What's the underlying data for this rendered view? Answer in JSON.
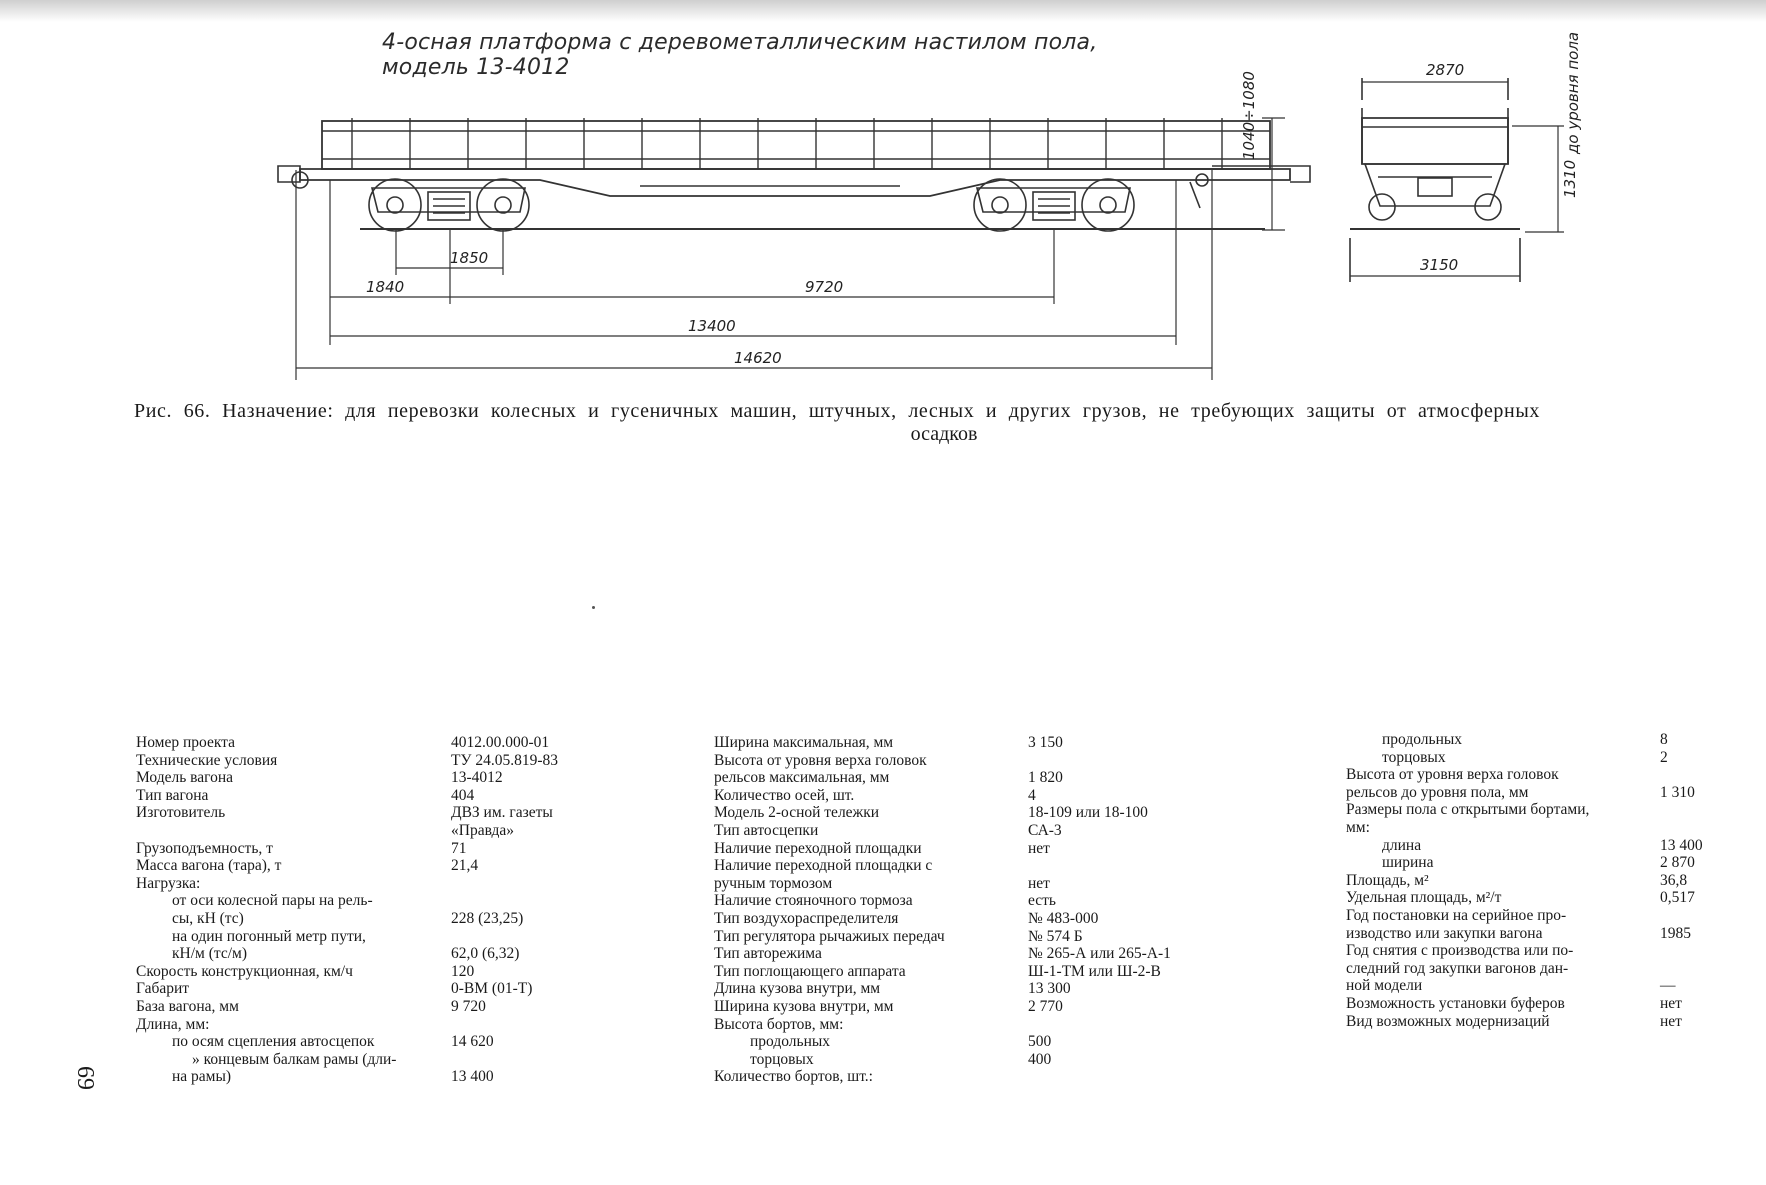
{
  "drawing": {
    "title": "4-осная платформа с деревометаллическим настилом пола, модель 13-4012",
    "side_label": "до уровня пола",
    "dimensions": {
      "height_range": "1040÷1080",
      "bogie_base": "1850",
      "overhang": "1840",
      "base": "9720",
      "frame_length": "13400",
      "total_length": "14620",
      "body_width": "2870",
      "max_width": "3150",
      "floor_height": "1310"
    }
  },
  "caption": {
    "line1": "Рис. 66. Назначение: для перевозки колесных и гусеничных машин, штучных, лесных и других грузов, не требующих защиты от атмосферных",
    "line2": "осадков"
  },
  "specs": {
    "col1": [
      {
        "label": "Номер проекта",
        "value": "4012.00.000-01"
      },
      {
        "label": "Технические условия",
        "value": "ТУ 24.05.819-83"
      },
      {
        "label": "Модель вагона",
        "value": "13-4012"
      },
      {
        "label": "Тип вагона",
        "value": "404"
      },
      {
        "label": "Изготовитель",
        "value": "ДВЗ им. газеты"
      },
      {
        "label": "",
        "value": "«Правда»"
      },
      {
        "label": "Грузоподъемность, т",
        "value": "71"
      },
      {
        "label": "Масса вагона (тара), т",
        "value": "21,4"
      },
      {
        "label": "Нагрузка:",
        "value": ""
      },
      {
        "label": "от оси колесной пары на рель-",
        "value": ""
      },
      {
        "label": "сы, кН (тс)",
        "value": "228 (23,25)"
      },
      {
        "label": "на один погонный метр пути,",
        "value": ""
      },
      {
        "label": "кН/м (тс/м)",
        "value": "62,0 (6,32)"
      },
      {
        "label": "Скорость конструкционная, км/ч",
        "value": "120"
      },
      {
        "label": "Габарит",
        "value": "0-ВМ (01-Т)"
      },
      {
        "label": "База вагона, мм",
        "value": "9 720"
      },
      {
        "label": "Длина, мм:",
        "value": ""
      },
      {
        "label": "по осям сцепления автосцепок",
        "value": "14 620"
      },
      {
        "label": "» концевым балкам рамы (дли-",
        "value": ""
      },
      {
        "label": "на рамы)",
        "value": "13 400"
      }
    ],
    "col2": [
      {
        "label": "Ширина максимальная, мм",
        "value": "3 150"
      },
      {
        "label": "Высота от уровня верха головок",
        "value": ""
      },
      {
        "label": "рельсов максимальная, мм",
        "value": "1 820"
      },
      {
        "label": "Количество осей, шт.",
        "value": "4"
      },
      {
        "label": "Модель 2-осной тележки",
        "value": "18-109 или 18-100"
      },
      {
        "label": "Тип автосцепки",
        "value": "СА-3"
      },
      {
        "label": "Наличие переходной площадки",
        "value": "нет"
      },
      {
        "label": "Наличие переходной площадки с",
        "value": ""
      },
      {
        "label": "ручным тормозом",
        "value": "нет"
      },
      {
        "label": "Наличие стояночного тормоза",
        "value": "есть"
      },
      {
        "label": "Тип воздухораспределителя",
        "value": "№ 483-000"
      },
      {
        "label": "Тип регулятора рычажиых передач",
        "value": "№ 574 Б"
      },
      {
        "label": "Тип авторежима",
        "value": "№ 265-А или 265-А-1"
      },
      {
        "label": "Тип поглощающего аппарата",
        "value": "Ш-1-ТМ или Ш-2-В"
      },
      {
        "label": "Длина кузова внутри, мм",
        "value": "13 300"
      },
      {
        "label": "Ширина кузова внутри, мм",
        "value": "2 770"
      },
      {
        "label": "Высота бортов, мм:",
        "value": ""
      },
      {
        "label": "продольных",
        "value": "500"
      },
      {
        "label": "торцовых",
        "value": "400"
      },
      {
        "label": "Количество бортов, шт.:",
        "value": ""
      }
    ],
    "col3": [
      {
        "label": "продольных",
        "value": "8"
      },
      {
        "label": "торцовых",
        "value": "2"
      },
      {
        "label": "Высота от уровня верха головок",
        "value": ""
      },
      {
        "label": "рельсов до уровня пола, мм",
        "value": "1 310"
      },
      {
        "label": "Размеры пола с открытыми бортами,",
        "value": ""
      },
      {
        "label": "мм:",
        "value": ""
      },
      {
        "label": "длина",
        "value": "13 400"
      },
      {
        "label": "ширина",
        "value": "2 870"
      },
      {
        "label": "Площадь, м²",
        "value": "36,8"
      },
      {
        "label": "Удельная площадь, м²/т",
        "value": "0,517"
      },
      {
        "label": "Год постановки на серийное про-",
        "value": ""
      },
      {
        "label": "изводство или закупки вагона",
        "value": "1985"
      },
      {
        "label": "Год снятия с производства или по-",
        "value": ""
      },
      {
        "label": "следний год закупки вагонов дан-",
        "value": ""
      },
      {
        "label": "ной модели",
        "value": "—"
      },
      {
        "label": "Возможность установки буферов",
        "value": "нет"
      },
      {
        "label": "Вид возможных модернизаций",
        "value": "нет"
      }
    ]
  },
  "page_number": "69"
}
